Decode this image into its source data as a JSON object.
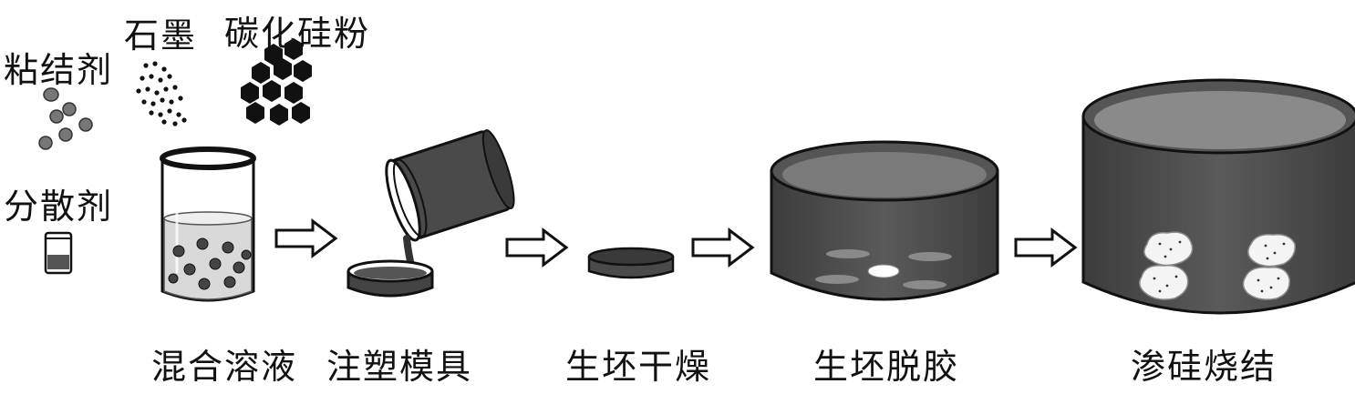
{
  "materials": {
    "binder": "粘结剂",
    "graphite": "石墨",
    "sic_powder": "碳化硅粉",
    "dispersant": "分散剂"
  },
  "steps": [
    {
      "label": "混合溶液"
    },
    {
      "label": "注塑模具"
    },
    {
      "label": "生坯干燥"
    },
    {
      "label": "生坯脱胶"
    },
    {
      "label": "渗硅烧结"
    }
  ],
  "colors": {
    "dark_fill": "#4a4a4a",
    "darker_fill": "#3a3a3a",
    "outline": "#111111",
    "liquid": "#d9d9d9"
  }
}
